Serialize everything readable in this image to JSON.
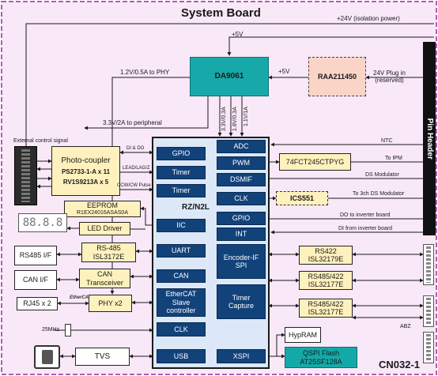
{
  "title": "System Board",
  "board_id": "CN032-1",
  "rails": {
    "v24": "+24V (isolation power)",
    "v5_top": "+5V",
    "v5_right": "+5V",
    "phy": "1.2V/0.5A to PHY",
    "peripheral": "3.3V/2A to peripheral",
    "r33": "3.3V/0.3A",
    "r18": "1.8V/0.3A",
    "r11": "1.1V/1A"
  },
  "pmic": "DA9061",
  "raa": "RAA211450",
  "plugin": "24V Plug in\n(reserved)",
  "pin_header": "Pin Header",
  "ext_ctrl": "External control signal",
  "photocoupler": {
    "title": "Photo-coupler",
    "p1": "PS2733-1-A x 11",
    "p2": "RV1S9213A x 5"
  },
  "sig": {
    "di_do": "DI & DO",
    "lead": "LEAD/LAG/Z",
    "ccw": "CCW/CW Pulse",
    "ntc": "NTC",
    "ipm": "To IPM",
    "dsmod": "DS Modulator",
    "ds3": "To 3ch DS Modulator",
    "do_inv": "DO to inverter board",
    "di_inv": "DI from inverter board",
    "abz": "ABZ",
    "mhz": "25MHz"
  },
  "eeprom": {
    "title": "EEPROM",
    "part": "R1EX24016ASAS0A"
  },
  "led_driver": "LED Driver",
  "led_display": "88.8.8",
  "rs485_if": "RS485 I/F",
  "rs485_chip": "RS-485\nISL3172E",
  "can_if": "CAN I/F",
  "can_tx": "CAN\nTransceiver",
  "rj45": "RJ45 x 2",
  "ethercat_logo": "EtherCAT",
  "phy": "PHY x2",
  "tvs": "TVS",
  "mcu": {
    "name": "RZ/N2L",
    "left": [
      "GPIO",
      "Timer",
      "Timer",
      "IIC",
      "UART",
      "CAN",
      "EtherCAT\nSlave\ncontroller",
      "CLK",
      "USB"
    ],
    "right": [
      "ADC",
      "PWM",
      "DSMIF",
      "CLK",
      "GPIO",
      "INT",
      "Encoder-IF\nSPI",
      "Timer\nCapture",
      "XSPI"
    ]
  },
  "fct": "74FCT245CTPYG",
  "ics": "ICS551",
  "rs422": "RS422\nISL32179E",
  "rs485_422_a": "RS485/422\nISL32177E",
  "rs485_422_b": "RS485/422\nISL32177E",
  "hyperram": "HypRAM",
  "qspi": "QSPI Flash\nAT25SF128A",
  "colors": {
    "board_bg": "#f8e8f8",
    "border": "#b55bb5",
    "mcu_bg": "#dce8f8",
    "block": "#12427a",
    "pmic": "#17a9a9",
    "qspi": "#14a9a9",
    "raa": "#fbd4c8",
    "yellow": "#fff1bd"
  }
}
